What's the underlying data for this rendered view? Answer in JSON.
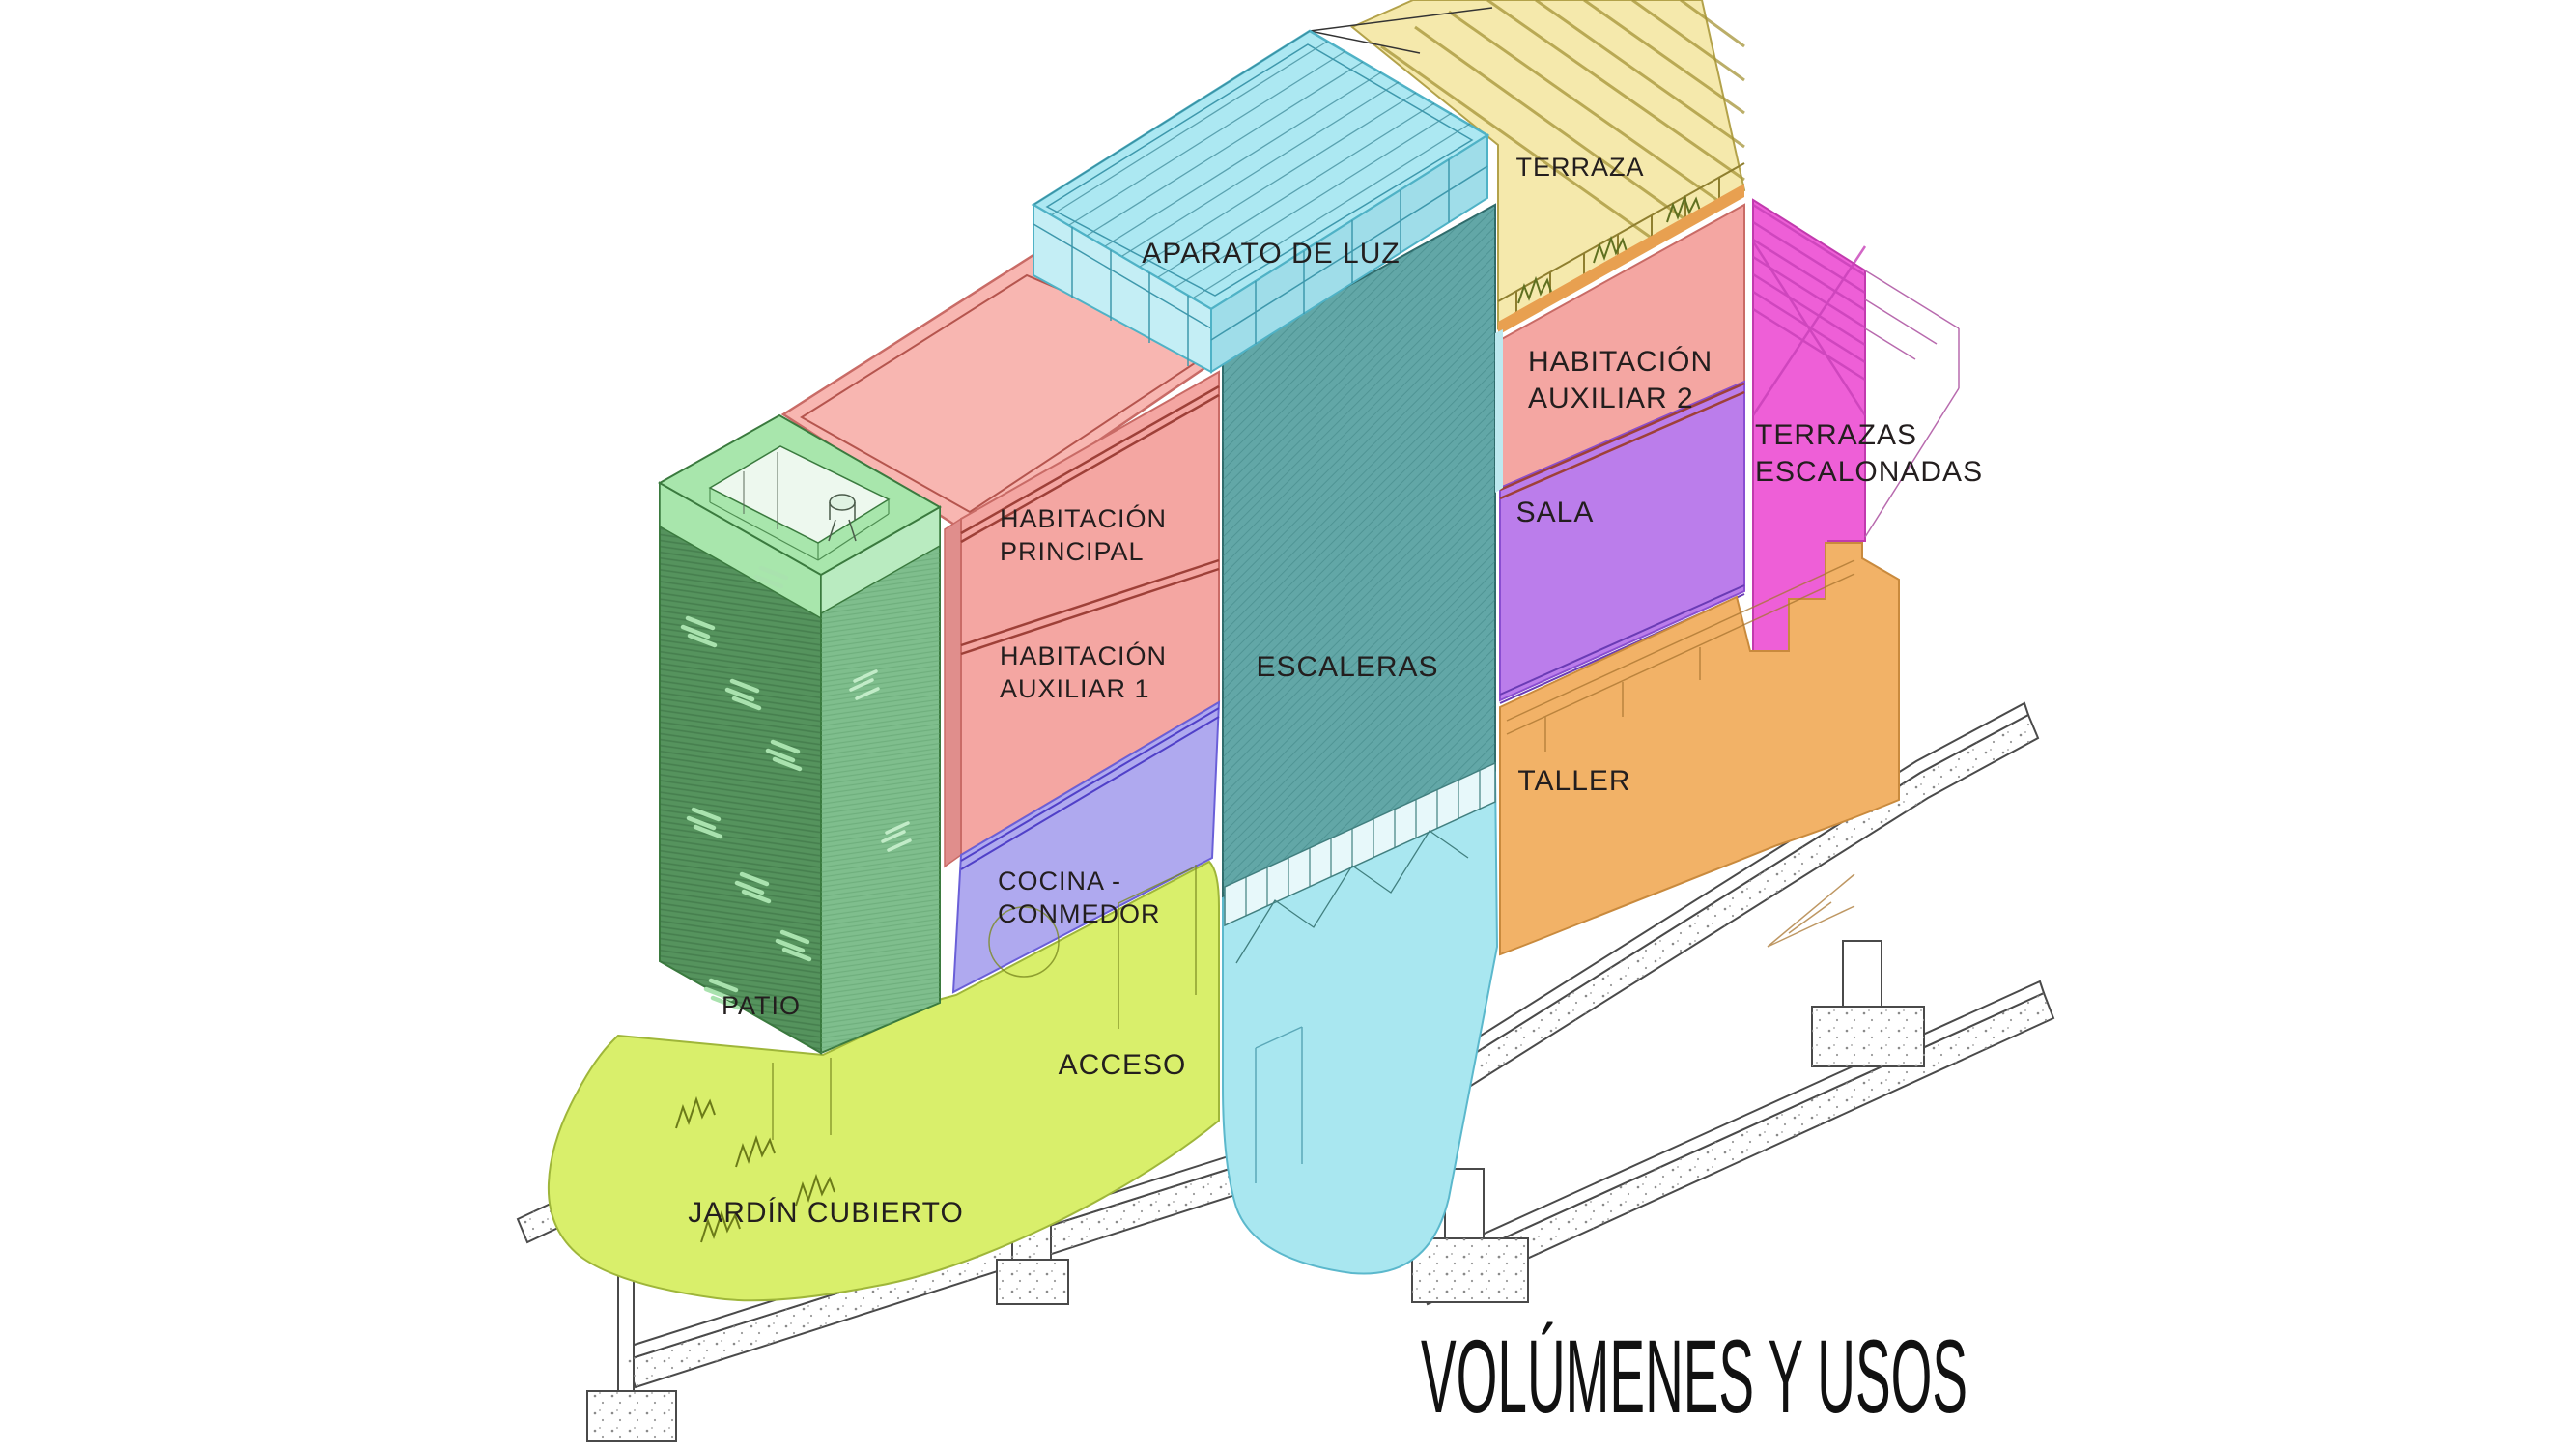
{
  "page": {
    "background": "#FFFFFF",
    "title": "VOLÚMENES Y USOS",
    "title_color": "#111111",
    "label_color": "#231E1E"
  },
  "volumes": {
    "aparato_de_luz": {
      "label": "APARATO DE LUZ",
      "color": "#ACE8F2"
    },
    "terraza": {
      "label": "TERRAZA",
      "color": "#F5E9AC"
    },
    "habitacion_auxiliar_2": {
      "label_line1": "HABITACIÓN",
      "label_line2": "AUXILIAR 2",
      "color": "#F4A6A2"
    },
    "terrazas_escalonadas": {
      "label_line1": "TERRAZAS",
      "label_line2": "ESCALONADAS",
      "color": "#EE5FD7"
    },
    "habitacion_principal": {
      "label_line1": "HABITACIÓN",
      "label_line2": "PRINCIPAL",
      "color": "#F4A6A2"
    },
    "escaleras": {
      "label": "ESCALERAS",
      "color": "#62A7A7"
    },
    "sala": {
      "label": "SALA",
      "color": "#BB7DEB"
    },
    "habitacion_auxiliar_1": {
      "label_line1": "HABITACIÓN",
      "label_line2": "AUXILIAR 1",
      "color": "#F4A6A2"
    },
    "taller": {
      "label": "TALLER",
      "color": "#F2B267"
    },
    "cocina_comedor": {
      "label_line1": "COCINA -",
      "label_line2": "CONMEDOR",
      "color": "#AFA9EF"
    },
    "patio": {
      "label": "PATIO",
      "color": "#55935D"
    },
    "acceso": {
      "label": "ACCESO",
      "color": "#D9EF6B"
    },
    "jardin_cubierto": {
      "label": "JARDÍN CUBIERTO",
      "color": "#D9EF6B"
    }
  },
  "palette": {
    "stair_glass": "#A9E7F0",
    "roof_pink": "#F8B6B1",
    "pink_side": "#E08E8C",
    "floor_band_rust": "#9E4038",
    "floor_band_violet": "#5040C8",
    "terrace_edge_orange": "#E8A050",
    "patio_frame_green": "#A8E6AC",
    "patio_side_green": "#7FBE8D",
    "concrete_line": "#4A4A4A"
  }
}
